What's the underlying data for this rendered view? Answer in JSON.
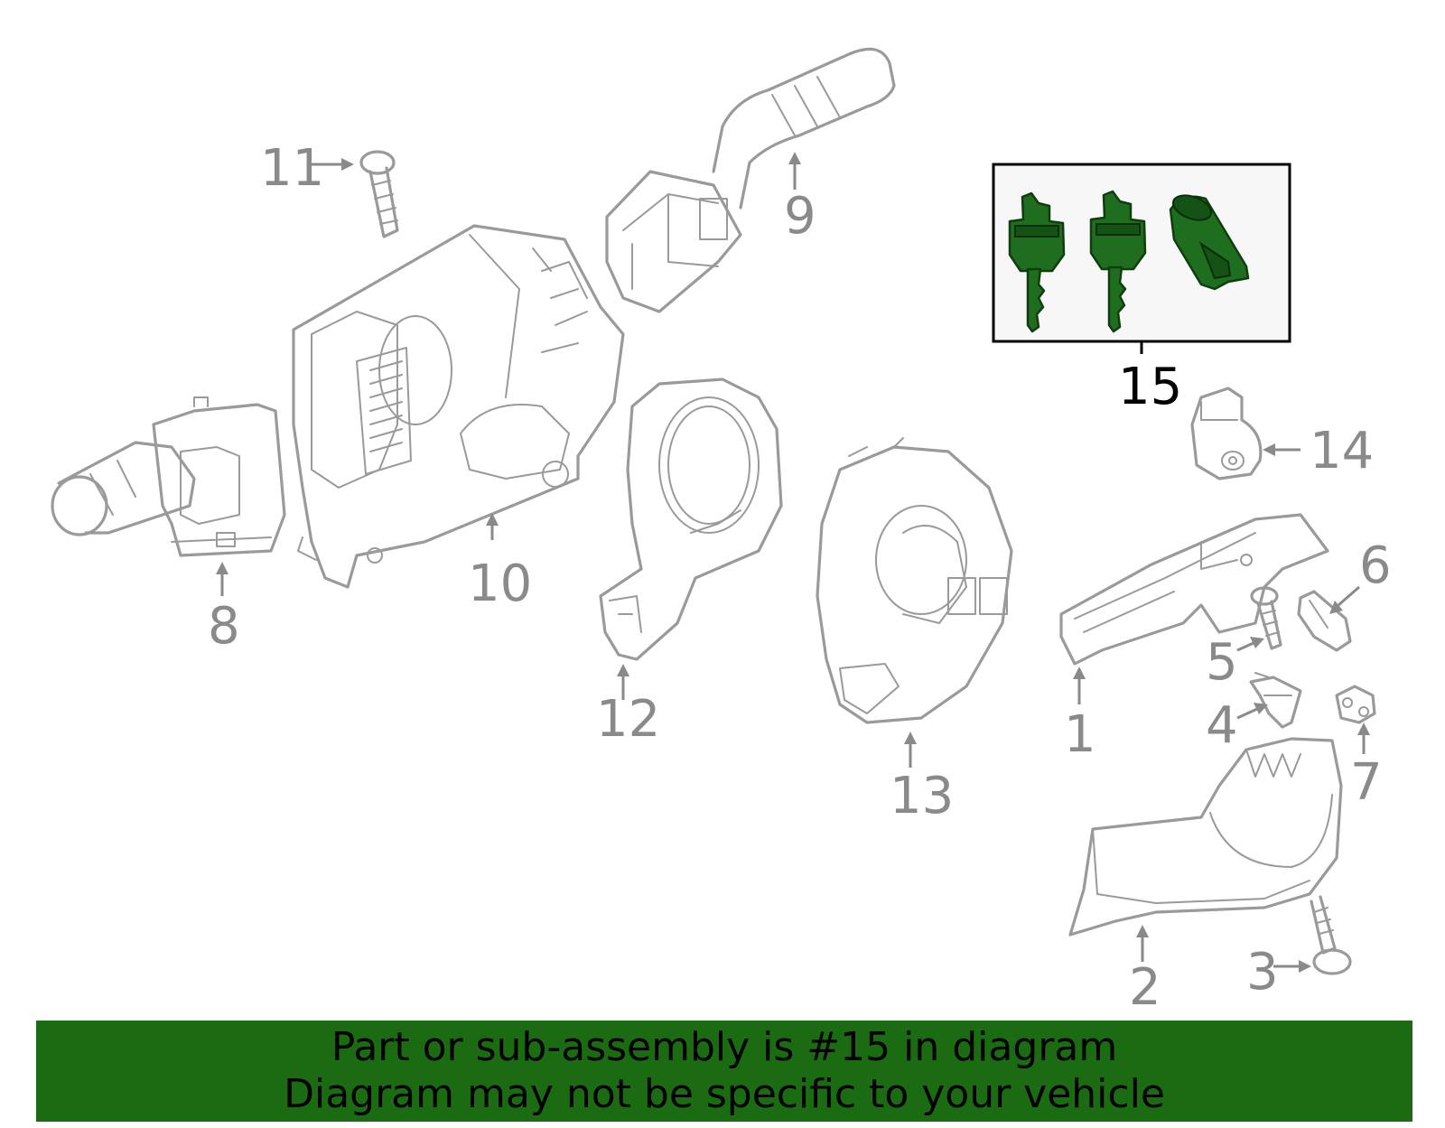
{
  "callouts": {
    "c1": "1",
    "c2": "2",
    "c3": "3",
    "c4": "4",
    "c5": "5",
    "c6": "6",
    "c7": "7",
    "c8": "8",
    "c9": "9",
    "c10": "10",
    "c11": "11",
    "c12": "12",
    "c13": "13",
    "c14": "14",
    "c15": "15"
  },
  "highlight_color": "#1f6e1f",
  "banner": {
    "line1": "Part or sub-assembly is #15 in diagram",
    "line2": "Diagram may not be specific to your vehicle",
    "background": "#1a6b12"
  }
}
